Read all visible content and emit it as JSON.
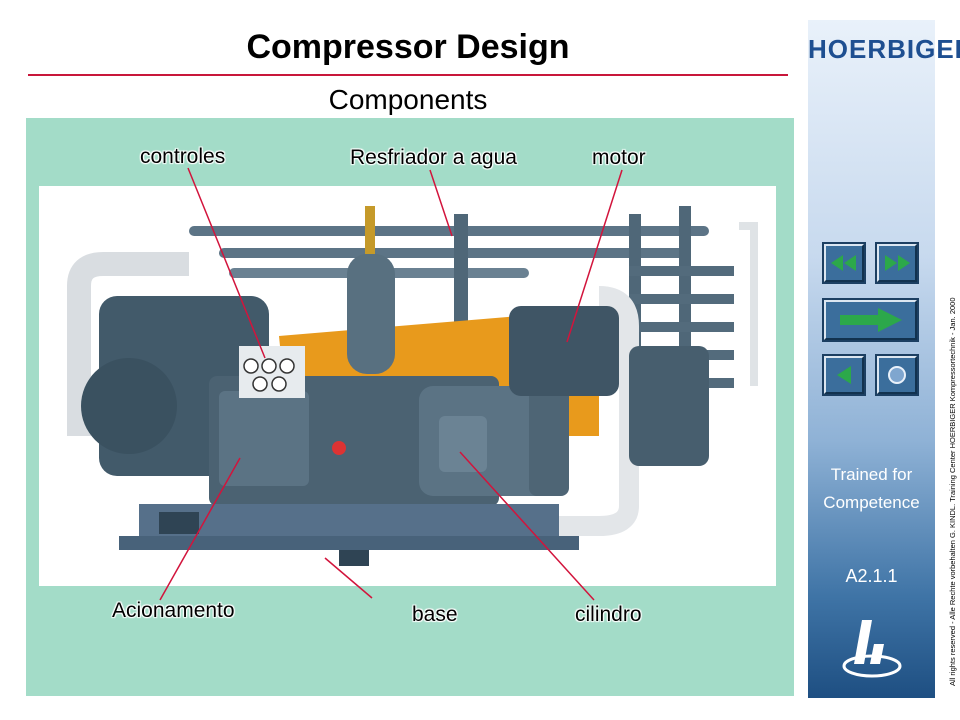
{
  "slide": {
    "title": "Compressor Design",
    "subtitle": "Components"
  },
  "labels": {
    "controls": "controles",
    "water_cooler": "Resfriador a agua",
    "motor": "motor",
    "drive": "Acionamento",
    "base": "base",
    "cylinder": "cilindro"
  },
  "sidebar": {
    "brand": "HOERBIGER",
    "tagline_line1": "Trained for",
    "tagline_line2": "Competence",
    "code": "A2.1.1"
  },
  "copyright": "All rights reserved - Alle Rechte vorbehalten G. KINDL. Training Center HOERBIGER Kompressortechnik - Jan. 2000",
  "icons": [
    "rewind-icon",
    "fast-forward-icon",
    "next-arrow-icon",
    "back-icon",
    "home-circle-icon",
    "hoerbiger-logo-icon"
  ],
  "colors": {
    "panel": "#a3dcc8",
    "rule": "#c8163a",
    "leader": "#d2143c",
    "button": "#3b6e9c",
    "button_arrow": "#2ca84a",
    "brand": "#1e4f91",
    "machine": "#4b6272",
    "frame": "#e89a1c"
  }
}
